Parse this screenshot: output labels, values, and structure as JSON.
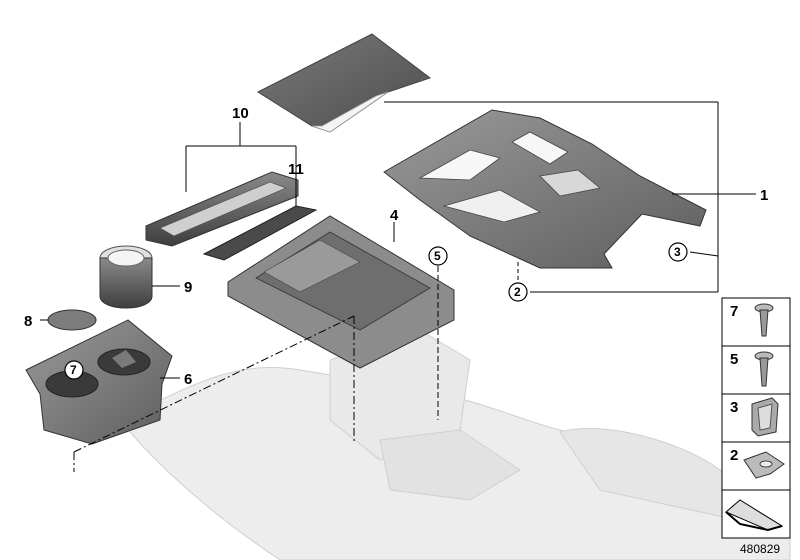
{
  "diagram": {
    "callouts": {
      "1": "1",
      "2": "2",
      "3": "3",
      "4": "4",
      "5": "5",
      "6": "6",
      "7": "7",
      "8": "8",
      "9": "9",
      "10": "10",
      "11": "11"
    },
    "legend": [
      {
        "label": "7",
        "icon": "screw-icon"
      },
      {
        "label": "5",
        "icon": "screw-icon"
      },
      {
        "label": "3",
        "icon": "clip-nut-icon"
      },
      {
        "label": "2",
        "icon": "spring-clip-icon"
      },
      {
        "label": "",
        "icon": "shim-icon"
      }
    ],
    "figure_id": "480829"
  }
}
